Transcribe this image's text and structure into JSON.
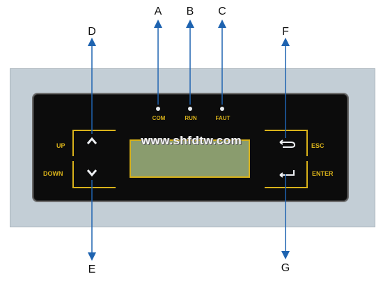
{
  "callouts": {
    "A": "A",
    "B": "B",
    "C": "C",
    "D": "D",
    "E": "E",
    "F": "F",
    "G": "G"
  },
  "leds": {
    "com": "COM",
    "run": "RUN",
    "fault": "FAUT"
  },
  "buttons": {
    "up": "UP",
    "down": "DOWN",
    "esc": "ESC",
    "enter": "ENTER"
  },
  "watermark": "www.shfdtw.com",
  "colors": {
    "accent": "#d9b21a",
    "arrow": "#1e63b0",
    "panel": "#0c0c0c",
    "frame": "#c3ced6",
    "lcd": "#8a9c6e"
  },
  "icons": {
    "up": "chevron-up-icon",
    "down": "chevron-down-icon",
    "esc": "return-arrow-icon",
    "enter": "enter-arrow-icon"
  }
}
